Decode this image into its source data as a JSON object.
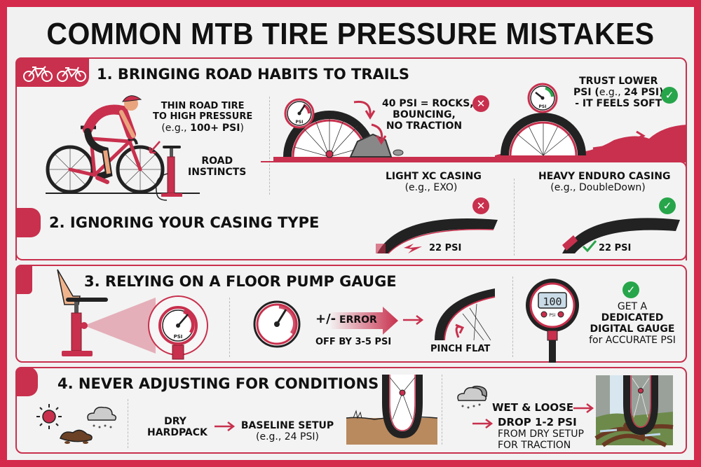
{
  "title": "COMMON MTB TIRE PRESSURE MISTAKES",
  "colors": {
    "frame": "#d42a4c",
    "accent_red": "#c8304d",
    "success_green": "#27a54a",
    "background": "#f1f1f1",
    "text": "#111111"
  },
  "sections": [
    {
      "title": "1. BRINGING ROAD HABITS TO TRAILS",
      "icons": [
        "road-bike-icon",
        "mountain-bike-icon"
      ],
      "road_callout": {
        "line1": "THIN ROAD TIRE",
        "line2": "TO HIGH PRESSURE",
        "line3_prefix": "(e.g., ",
        "line3_bold": "100+ PSI",
        "line3_suffix": ")"
      },
      "pump_label": {
        "line1": "ROAD",
        "line2": "INSTINCTS"
      },
      "bad_callout": {
        "line1": "40 PSI = ROCKS,",
        "line2": "BOUNCING,",
        "line3": "NO TRACTION",
        "status": "x"
      },
      "good_callout": {
        "line1": "TRUST LOWER",
        "line2_prefix": "PSI (",
        "line2_thin": "e.g., ",
        "line2_bold": "24 PSI",
        "line2_suffix": ")",
        "line3": "- IT FEELS SOFT",
        "status": "check"
      },
      "gauge_label": "PSI"
    },
    {
      "title": "2. IGNORING YOUR CASING TYPE",
      "light": {
        "title": "LIGHT XC CASING",
        "example": "(e.g., EXO)",
        "psi": "22 PSI",
        "status": "x"
      },
      "heavy": {
        "title": "HEAVY ENDURO CASING",
        "example": "(e.g., DoubleDown)",
        "psi": "22 PSI",
        "status": "check"
      }
    },
    {
      "title": "3. RELYING ON A FLOOR PUMP GAUGE",
      "gauge_label": "PSI",
      "error": {
        "prefix": "+/-",
        "word": "ERROR",
        "detail": "OFF BY 3-5 PSI"
      },
      "pinch": "PINCH FLAT",
      "digital": {
        "reading": "100",
        "unit": "PSI"
      },
      "advice": {
        "line1": "GET A",
        "line2": "DEDICATED",
        "line3": "DIGITAL GAUGE",
        "line4": "for ACCURATE PSI",
        "status": "check"
      }
    },
    {
      "title": "4. NEVER ADJUSTING FOR CONDITIONS",
      "dry": {
        "line1": "DRY",
        "line2": "HARDPACK"
      },
      "baseline": {
        "line1": "BASELINE SETUP",
        "line2": "(e.g., 24 PSI)"
      },
      "wet": {
        "label": "WET & LOOSE",
        "drop": "DROP 1-2 PSI",
        "line3": "FROM DRY SETUP",
        "line4": "FOR TRACTION"
      }
    }
  ]
}
